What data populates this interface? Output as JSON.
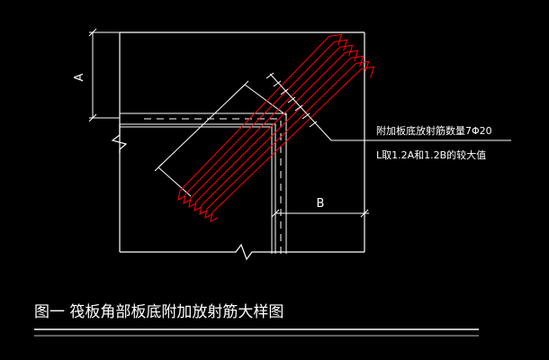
{
  "drawing": {
    "dimension_a_label": "A",
    "dimension_b_label": "B",
    "note_line_1": "附加板底放射筋数量7Φ20",
    "note_line_2": "L取1.2A和1.2B的较大值",
    "title": "图一  筏板角部板底附加放射筋大样图"
  },
  "colors": {
    "background": "#000000",
    "linework": "#ffffff",
    "rebar": "#ff0000"
  },
  "rebar_count": 7
}
